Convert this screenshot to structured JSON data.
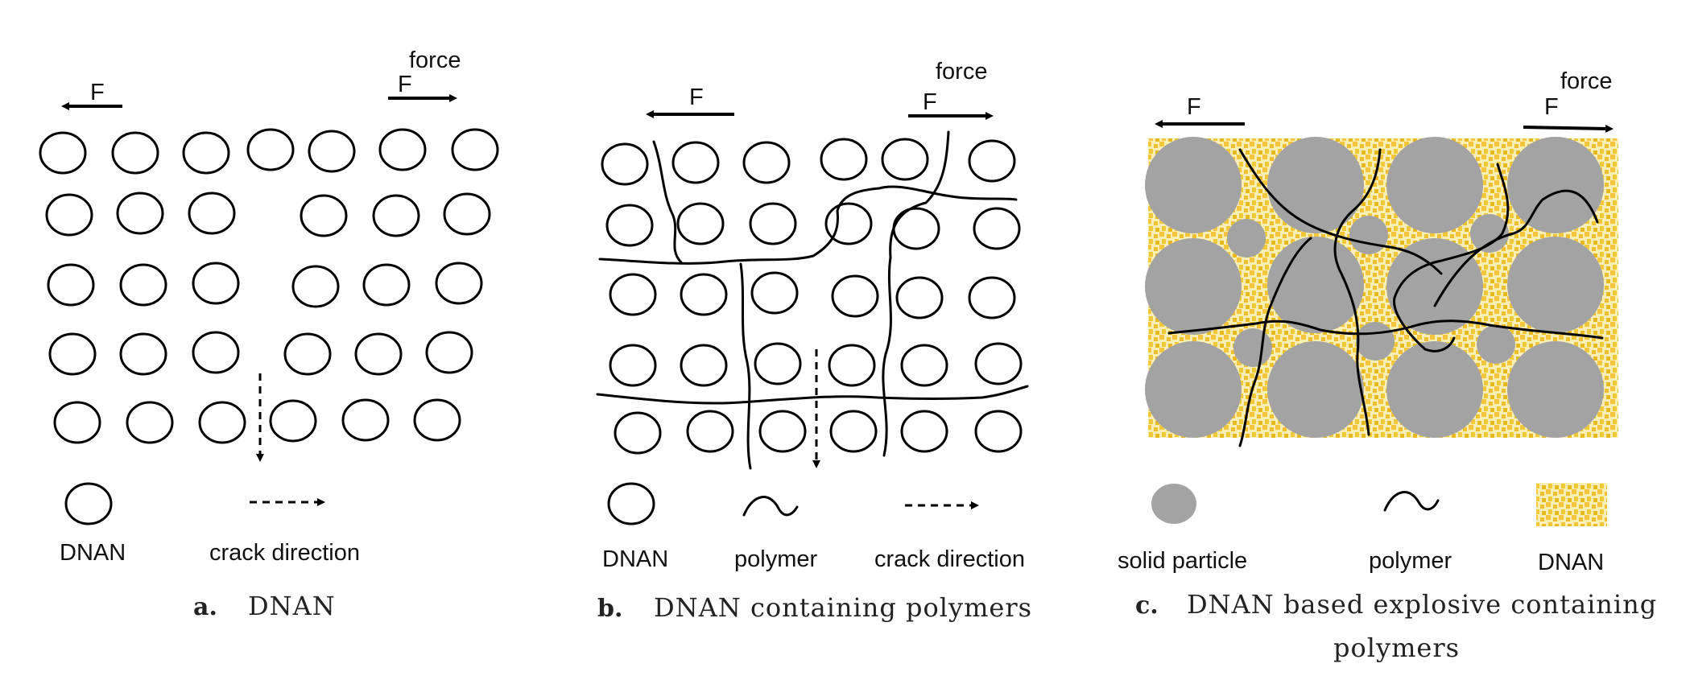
{
  "panel_a": {
    "force_label": "force",
    "left_f": "F",
    "right_f": "F",
    "legend_dnan": "DNAN",
    "legend_crack": "crack direction",
    "caption_letter": "a.",
    "caption_text": "DNAN"
  },
  "panel_b": {
    "force_label": "force",
    "left_f": "F",
    "right_f": "F",
    "legend_dnan": "DNAN",
    "legend_polymer": "polymer",
    "legend_crack": "crack direction",
    "caption_letter": "b.",
    "caption_text": "DNAN containing polymers"
  },
  "panel_c": {
    "force_label": "force",
    "left_f": "F",
    "right_f": "F",
    "legend_solid": "solid particle",
    "legend_polymer": "polymer",
    "legend_dnan": "DNAN",
    "caption_letter": "c.",
    "caption_text_line1": "DNAN based explosive containing",
    "caption_text_line2": "polymers"
  },
  "colors": {
    "particle_gray": "#a3a3a3",
    "matrix_yellow": "#f2c73a",
    "matrix_light": "#fbefb6"
  }
}
